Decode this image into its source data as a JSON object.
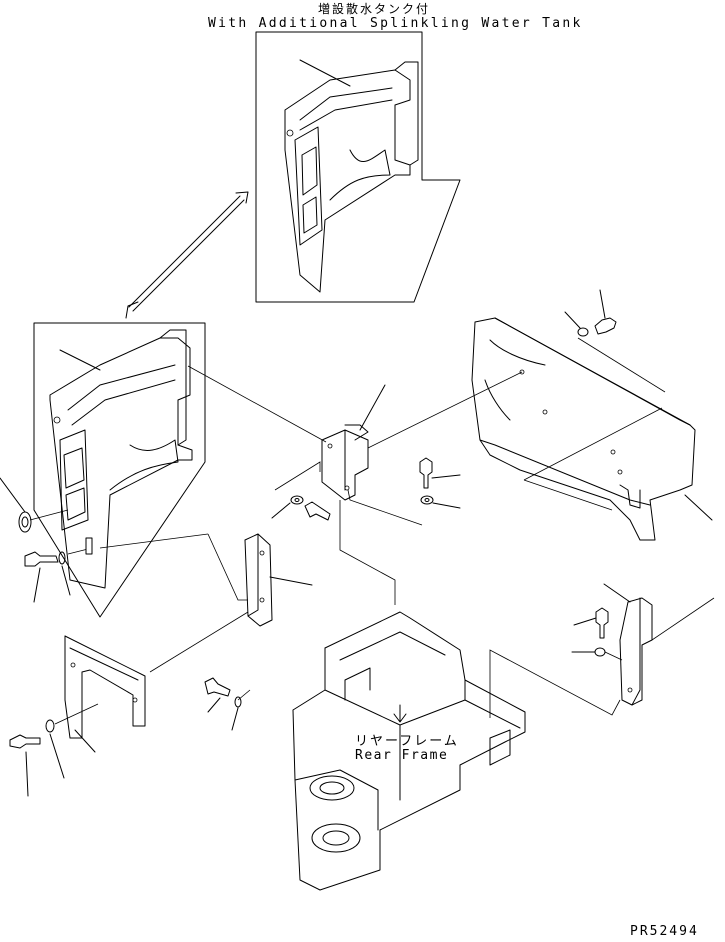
{
  "header": {
    "title_jp": "増設散水タンク付",
    "title_en": "With Additional Splinkling Water Tank"
  },
  "frame_label": {
    "jp": "リヤーフレーム",
    "en": "Rear Frame"
  },
  "drawing_id": "PR52494",
  "colors": {
    "line": "#000000",
    "background": "#ffffff"
  }
}
